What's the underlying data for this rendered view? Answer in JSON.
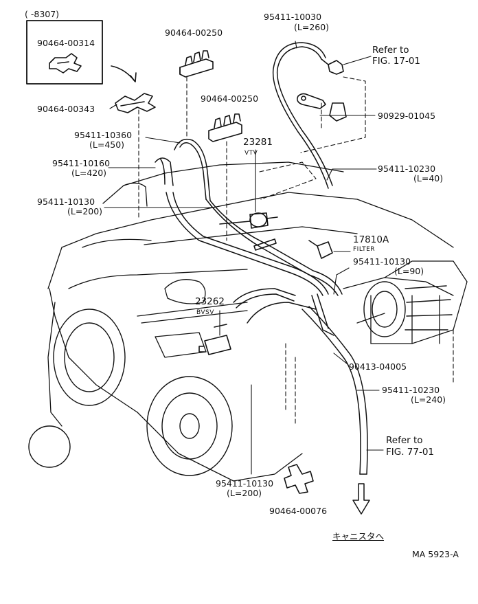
{
  "diagram": {
    "date_code": "(      -8307)",
    "code": "MA 5923-A",
    "canister_note": "キャニスタへ",
    "parts": {
      "p1": "90464-00314",
      "p2": "90464-00343",
      "p3": "90464-00250",
      "p4": "90464-00250",
      "p5": "95411-10030",
      "p5_len": "(L=260)",
      "ref1_a": "Refer to",
      "ref1_b": "FIG. 17-01",
      "p6": "90929-01045",
      "p7": "95411-10360",
      "p7_len": "(L=450)",
      "p8": "95411-10160",
      "p8_len": "(L=420)",
      "p9": "23281",
      "p9_sub": "VTV",
      "p10": "95411-10230",
      "p10_len": "(L=40)",
      "p11": "95411-10130",
      "p11_len": "(L=200)",
      "p12": "17810A",
      "p12_sub": "FILTER",
      "p13": "95411-10130",
      "p13_len": "(L=90)",
      "p14": "23262",
      "p14_sub": "BVSV",
      "p15": "90413-04005",
      "p16": "95411-10230",
      "p16_len": "(L=240)",
      "ref2_a": "Refer to",
      "ref2_b": "FIG. 77-01",
      "p17": "95411-10130",
      "p17_len": "(L=200)",
      "p18": "90464-00076"
    }
  }
}
